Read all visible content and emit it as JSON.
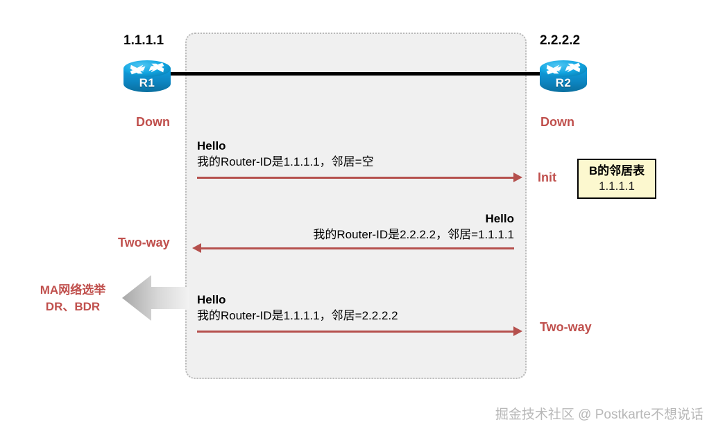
{
  "diagram": {
    "title": "OSPF Hello neighbor state machine",
    "colors": {
      "state_text": "#c0504d",
      "arrow": "#b5504d",
      "router_blue": "#0f9ede",
      "router_blue_dark": "#0a74a8",
      "note_bg": "#fcf8cf",
      "panel_bg": "#f0f0f0",
      "link_line": "#000000",
      "watermark": "#b8b8b8"
    },
    "routers": [
      {
        "id": "r1",
        "name": "R1",
        "ip": "1.1.1.1"
      },
      {
        "id": "r2",
        "name": "R2",
        "ip": "2.2.2.2"
      }
    ],
    "states": {
      "left": [
        {
          "key": "left-down",
          "label": "Down"
        },
        {
          "key": "left-two-way",
          "label": "Two-way"
        }
      ],
      "right": [
        {
          "key": "right-down",
          "label": "Down"
        },
        {
          "key": "right-init",
          "label": "Init"
        },
        {
          "key": "right-two-way",
          "label": "Two-way"
        }
      ]
    },
    "messages": [
      {
        "key": "msg-1",
        "title": "Hello",
        "detail": "我的Router-ID是1.1.1.1，邻居=空",
        "direction": "left-to-right"
      },
      {
        "key": "msg-2",
        "title": "Hello",
        "detail": "我的Router-ID是2.2.2.2，邻居=1.1.1.1",
        "direction": "right-to-left"
      },
      {
        "key": "msg-3",
        "title": "Hello",
        "detail": "我的Router-ID是1.1.1.1，邻居=2.2.2.2",
        "direction": "left-to-right"
      }
    ],
    "note_box": {
      "title": "B的邻居表",
      "value": "1.1.1.1"
    },
    "election_note": {
      "line1": "MA网络选举",
      "line2": "DR、BDR"
    },
    "watermark": "掘金技术社区 @ Postkarte不想说话"
  }
}
